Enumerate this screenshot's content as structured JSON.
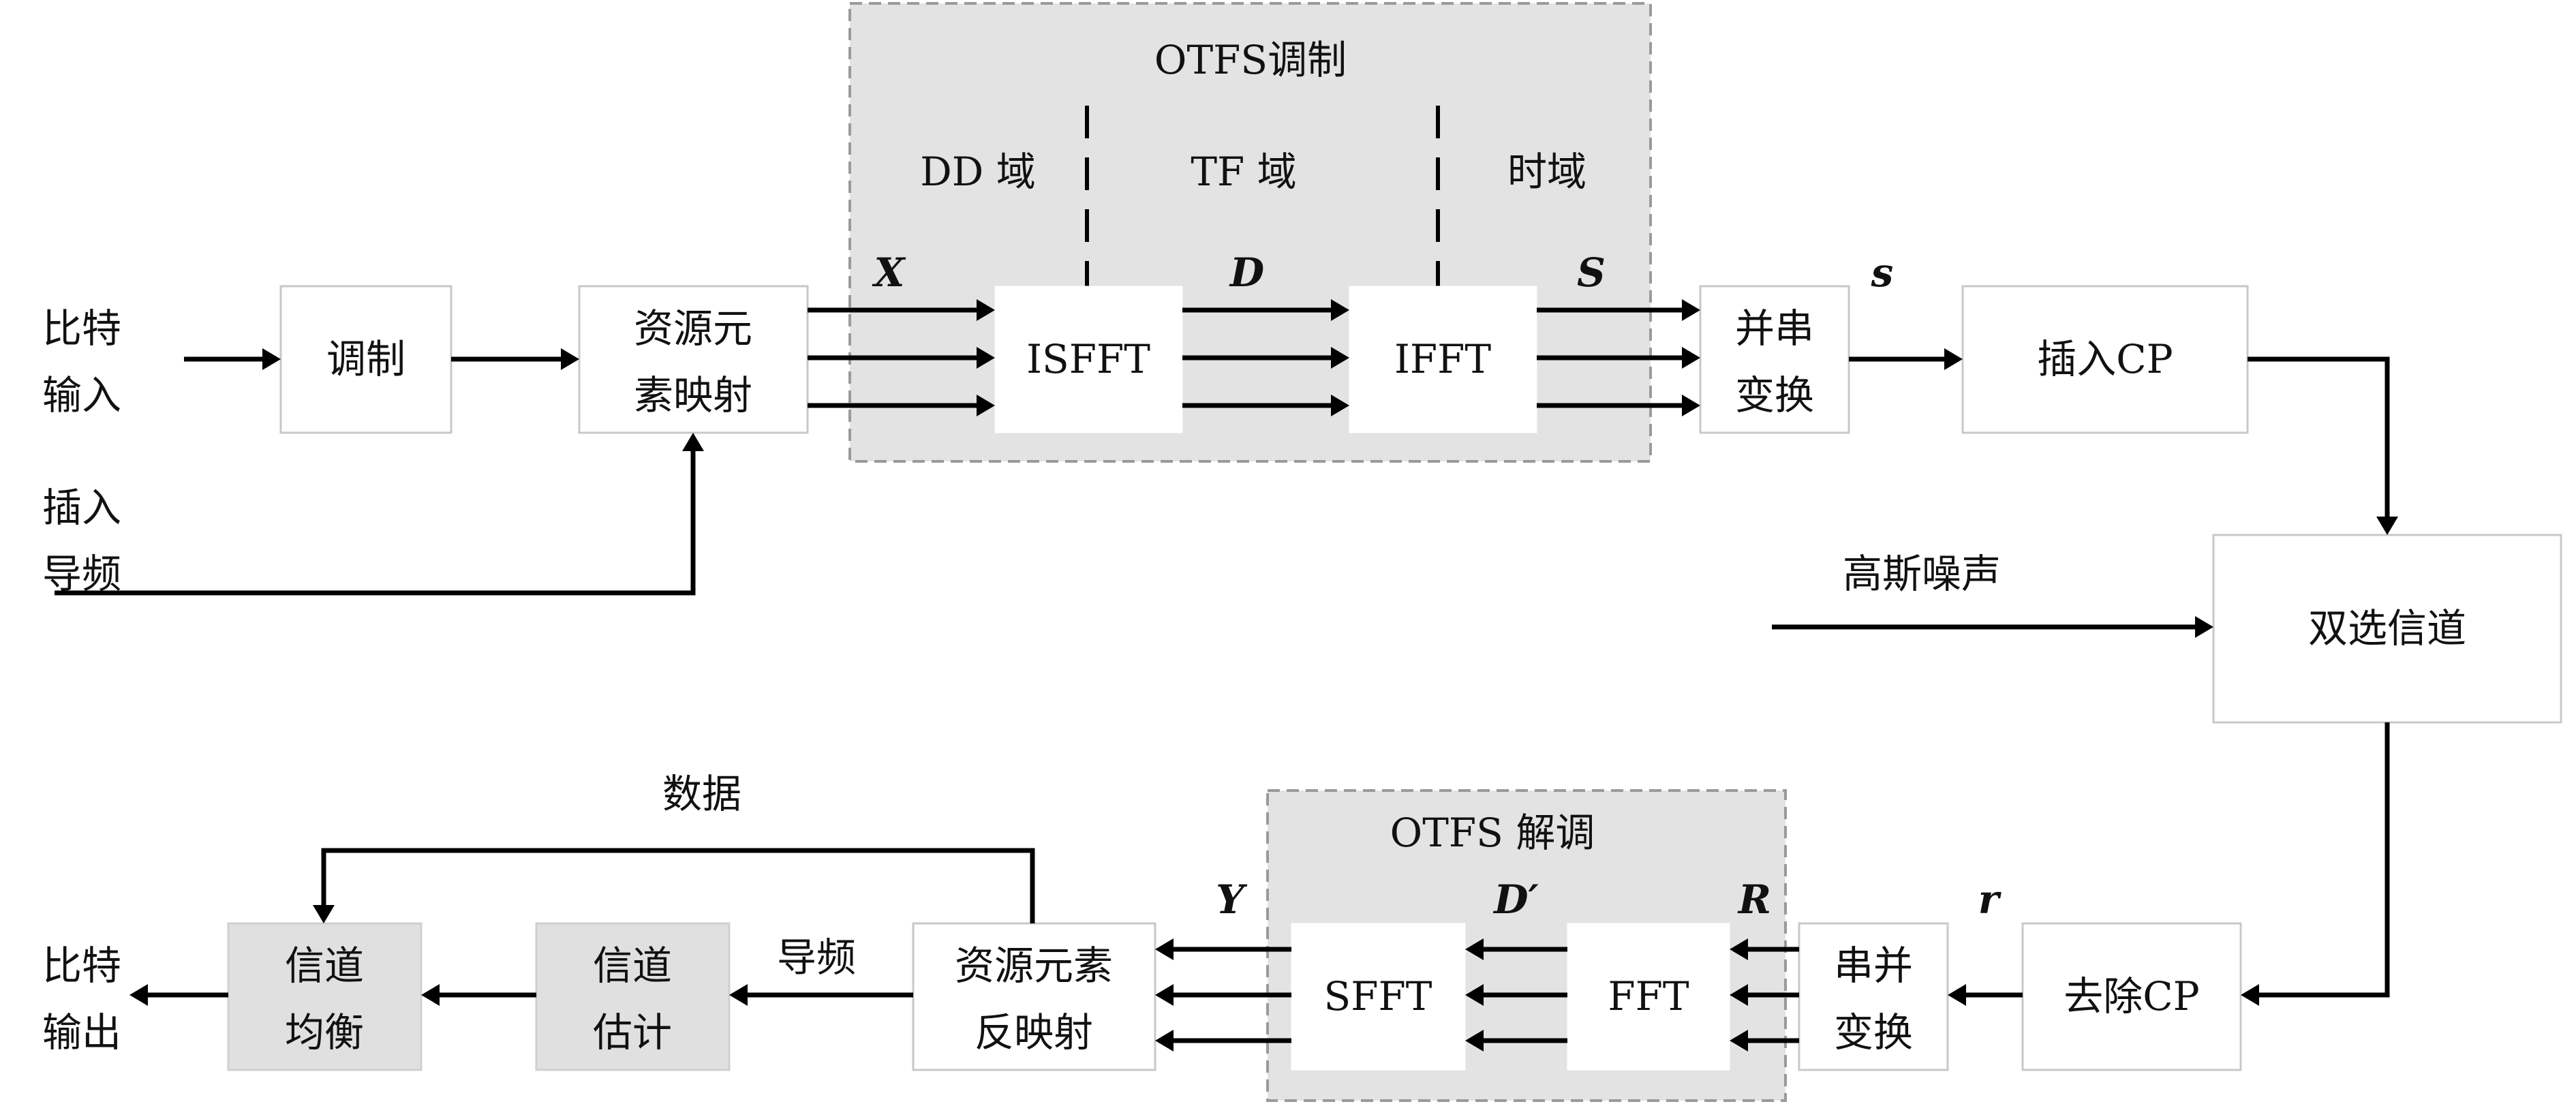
{
  "colors": {
    "region_fill": "#e3e3e3",
    "gray_block_fill": "#e0e0e0",
    "line": "#000000"
  },
  "regions": {
    "otfs_mod": "OTFS调制",
    "otfs_demod": "OTFS 解调",
    "dd_domain": "DD 域",
    "tf_domain": "TF 域",
    "time_domain": "时域"
  },
  "inputs": {
    "bit_input": [
      "比特",
      "输入"
    ],
    "insert_pilot": [
      "插入",
      "导频"
    ],
    "gaussian_noise": "高斯噪声",
    "bit_output": [
      "比特",
      "输出"
    ]
  },
  "blocks": {
    "modulation": "调制",
    "resource_map": [
      "资源元",
      "素映射"
    ],
    "isfft": "ISFFT",
    "ifft": "IFFT",
    "ps_convert": [
      "并串",
      "变换"
    ],
    "insert_cp": "插入CP",
    "dual_channel": "双选信道",
    "remove_cp": "去除CP",
    "sp_convert": [
      "串并",
      "变换"
    ],
    "fft": "FFT",
    "sfft": "SFFT",
    "resource_demap": [
      "资源元素",
      "反映射"
    ],
    "channel_estimation": [
      "信道",
      "估计"
    ],
    "channel_equalization": [
      "信道",
      "均衡"
    ]
  },
  "signals": {
    "x": "X",
    "d": "D",
    "s_vec": "S",
    "s_time": "s",
    "r_vec": "R",
    "d_prime": "D′",
    "y": "Y",
    "r_time": "r"
  },
  "edge_labels": {
    "pilot": "导频",
    "data": "数据"
  }
}
